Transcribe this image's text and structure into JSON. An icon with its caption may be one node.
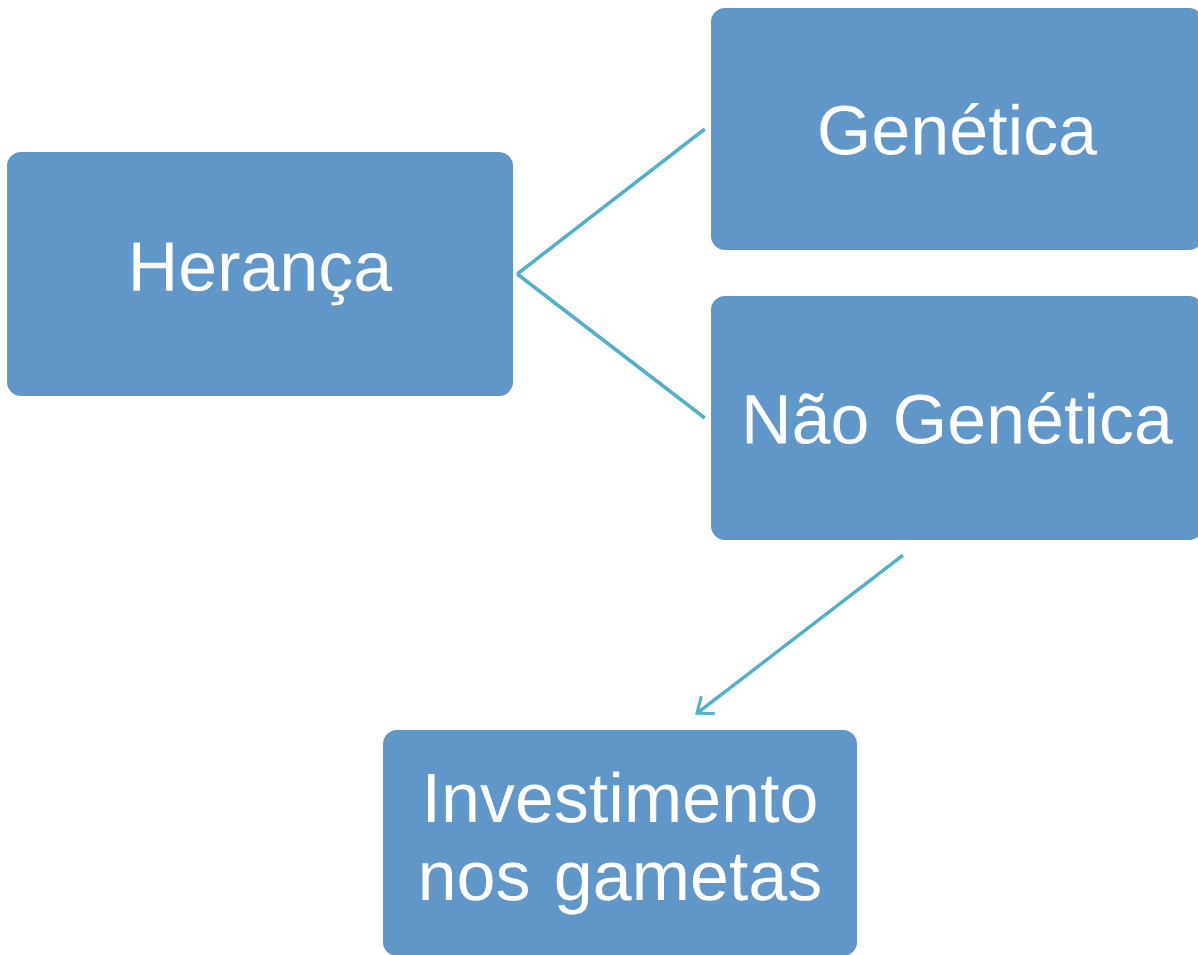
{
  "diagram": {
    "nodes": [
      {
        "text": [
          "Herança"
        ]
      },
      {
        "text": [
          "Genética"
        ]
      },
      {
        "text": [
          "Não Genética"
        ]
      },
      {
        "text": [
          "Investimento nos gametas"
        ]
      }
    ],
    "edges": [
      {
        "from": 0,
        "to": 1,
        "arrow": "none"
      },
      {
        "from": 0,
        "to": 2,
        "arrow": "none"
      },
      {
        "from": 2,
        "to": 3,
        "arrow": "to"
      }
    ]
  }
}
